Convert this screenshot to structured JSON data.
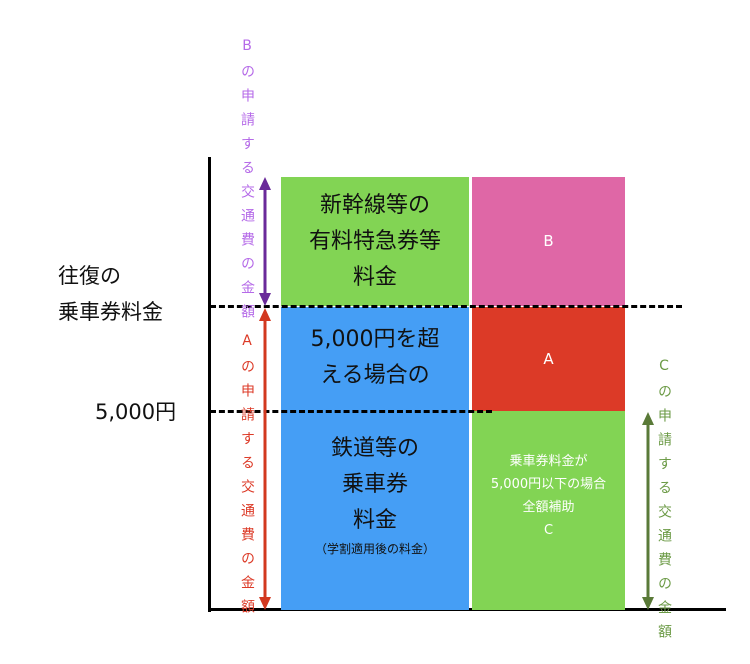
{
  "left_labels": {
    "round_trip": "往復の\n乗車券料金",
    "threshold": "5,000円"
  },
  "blocks": {
    "express": "新幹線等の\n有料特急券等\n料金",
    "over": "5,000円を超\nえる場合の",
    "rail": "鉄道等の\n乗車券\n料金",
    "rail_note": "（学割適用後の料金）",
    "b": "B",
    "a": "A",
    "c_text": "乗車券料金が\n5,000円以下の場合\n全額補助\nC"
  },
  "vertical_labels": {
    "b": "Bの申請する交通費の金額",
    "a": "Aの申請する交通費の金額",
    "c": "Cの申請する交通費の金額"
  },
  "colors": {
    "green": "#82d454",
    "blue": "#459ef5",
    "pink": "#df67a6",
    "red": "#dc3a27",
    "purple": "#6a2a9a",
    "purple_text": "#b56ae8",
    "red_arrow": "#d2381f",
    "green_arrow": "#5a7a38",
    "green_text": "#6b9a45"
  }
}
